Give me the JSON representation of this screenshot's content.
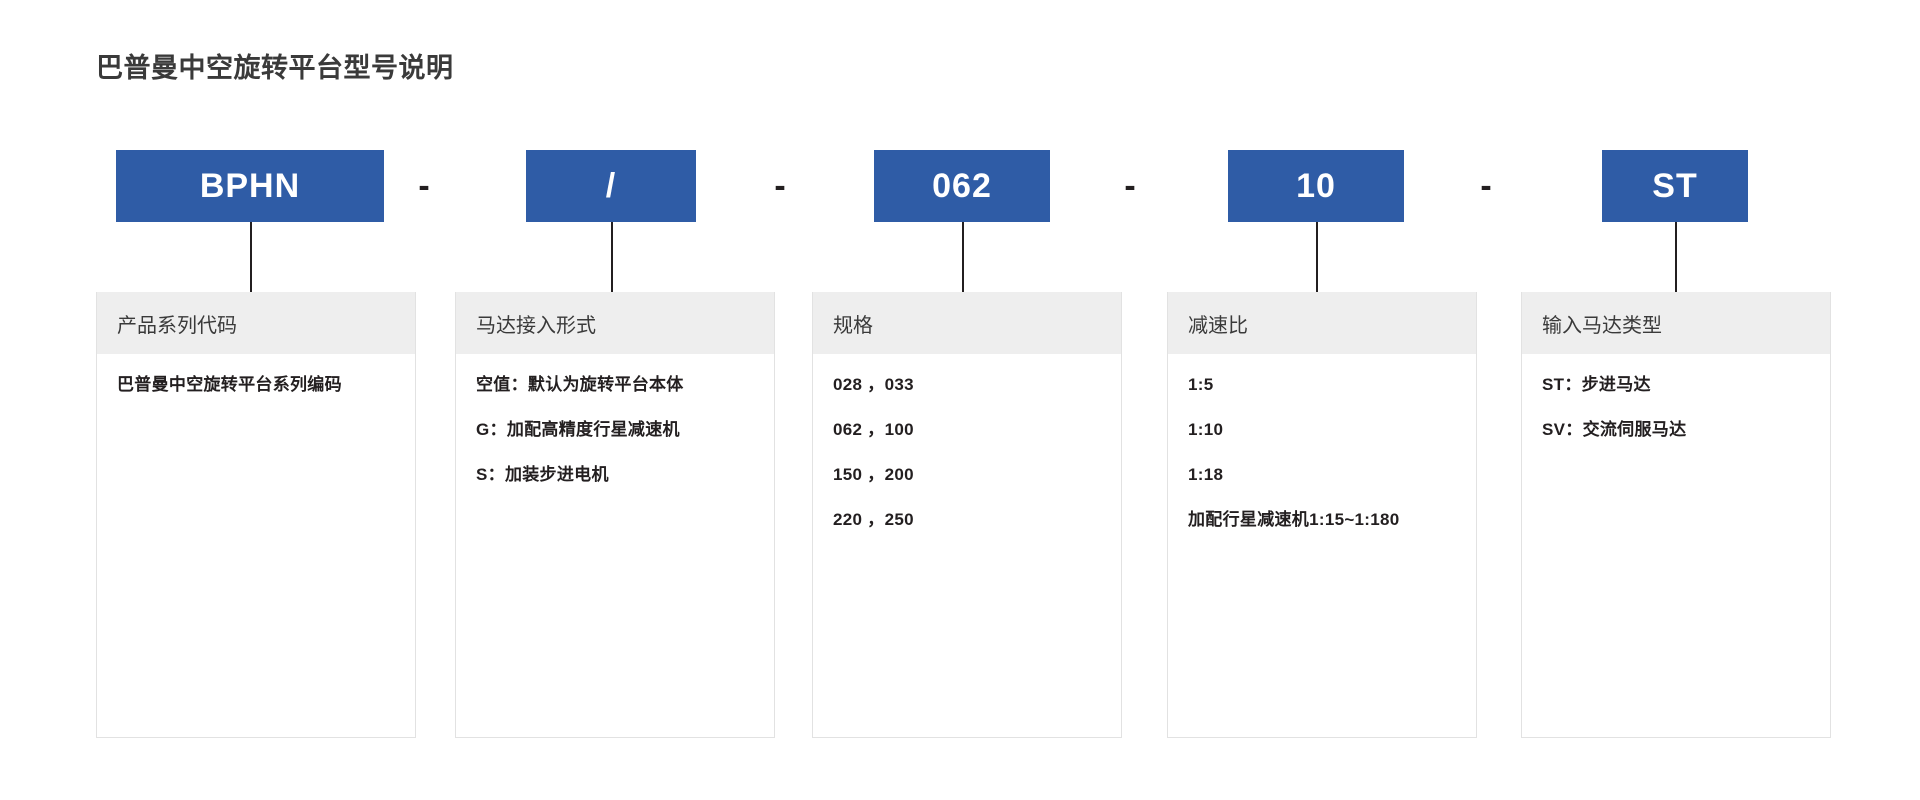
{
  "title": "巴普曼中空旋转平台型号说明",
  "colors": {
    "chip_blue": "#2f5ca6",
    "header_gray": "#eeeeee",
    "panel_border": "#e2e2e2",
    "text_dark": "#231f20",
    "title_gray": "#3a3a3a"
  },
  "separator": "-",
  "segments": [
    {
      "code": "BPHN",
      "header": "产品系列代码",
      "lines": [
        "巴普曼中空旋转平台系列编码"
      ]
    },
    {
      "code": "/",
      "header": "马达接入形式",
      "lines": [
        "空值：默认为旋转平台本体",
        "G：加配高精度行星减速机",
        "S：加装步进电机"
      ]
    },
    {
      "code": "062",
      "header": "规格",
      "lines": [
        "028 ，033",
        "062 ，100",
        "150 ，200",
        "220 ，250"
      ]
    },
    {
      "code": "10",
      "header": "减速比",
      "lines": [
        "1:5",
        "1:10",
        "1:18",
        "加配行星减速机1:15~1:180"
      ]
    },
    {
      "code": "ST",
      "header": "输入马达类型",
      "lines": [
        "ST：步进马达",
        "SV：交流伺服马达"
      ]
    }
  ]
}
